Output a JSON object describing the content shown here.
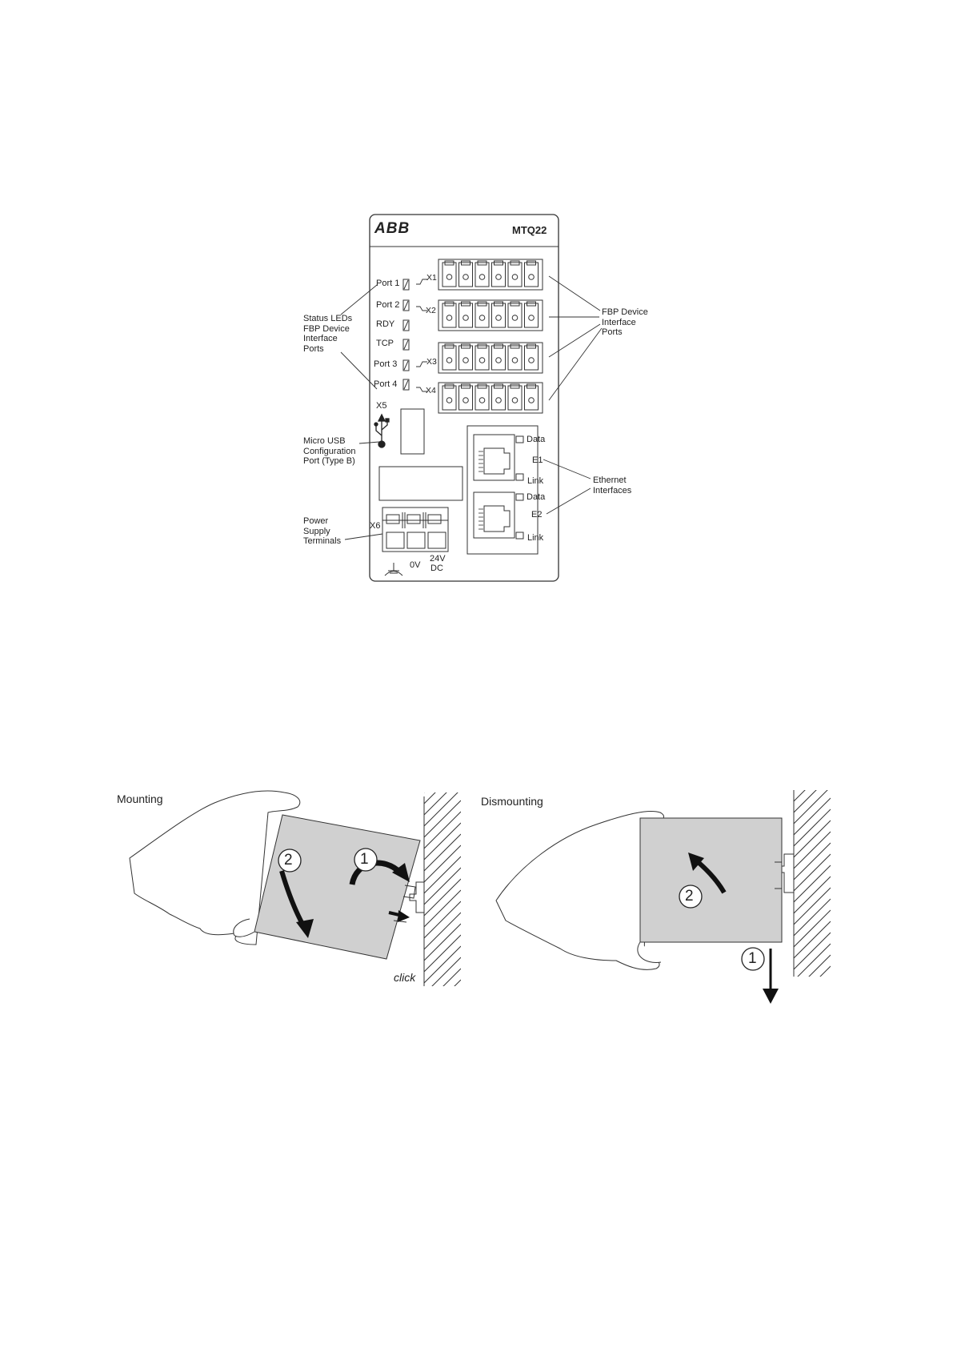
{
  "device": {
    "brand": "ABB",
    "model": "MTQ22",
    "status_leds": [
      "Port 1",
      "Port 2",
      "RDY",
      "TCP",
      "Port 3",
      "Port 4"
    ],
    "connectors": [
      "X1",
      "X2",
      "X3",
      "X4"
    ],
    "usb_label": "X5",
    "power_label": "X6",
    "power_terminals": [
      "0V",
      "24V",
      "DC"
    ],
    "ethernet": {
      "e1": "E1",
      "e2": "E2",
      "data": "Data",
      "link": "Link"
    },
    "callouts": {
      "status_leds": [
        "Status LEDs",
        "FBP Device",
        "Interface",
        "Ports"
      ],
      "fbp_ports": [
        "FBP Device",
        "Interface",
        "Ports"
      ],
      "micro_usb": [
        "Micro USB",
        "Configuration",
        "Port (Type B)"
      ],
      "power_supply": [
        "Power",
        "Supply",
        "Terminals"
      ],
      "ethernet": [
        "Ethernet",
        "Interfaces"
      ]
    }
  },
  "mounting": {
    "mount_title": "Mounting",
    "dismount_title": "Dismounting",
    "click_label": "click",
    "step1": "1",
    "step2": "2"
  }
}
